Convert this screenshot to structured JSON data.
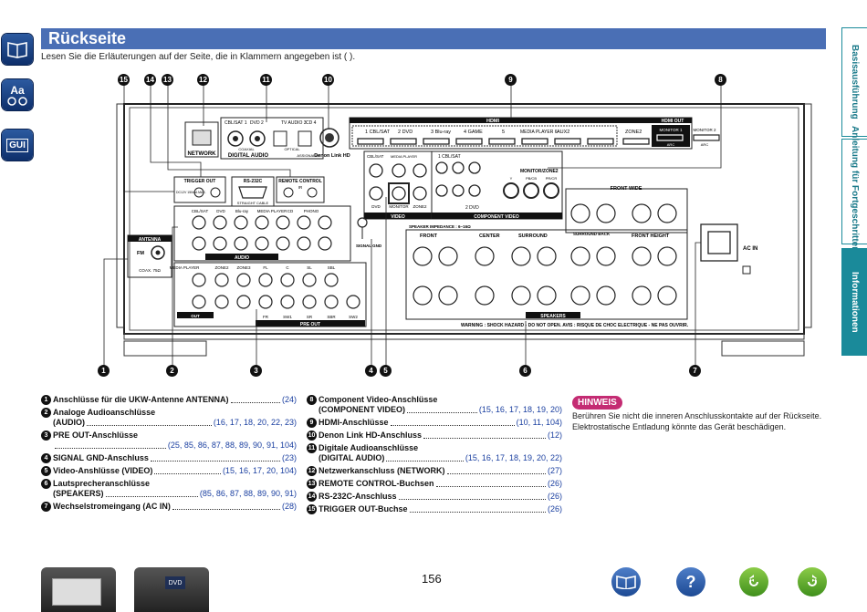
{
  "title": "Rückseite",
  "subtitle": "Lesen Sie die Erläuterungen auf der Seite, die in Klammern angegeben ist ( ).",
  "left_icons": [
    "book-icon",
    "font-size-icon",
    "gui-icon"
  ],
  "left_icon_labels": {
    "aa": "Aa",
    "gui": "GUI"
  },
  "right_tabs": [
    "Basisausführung",
    "Anleitung für Fortgeschrittene",
    "Informationen"
  ],
  "diagram": {
    "network": "NETWORK",
    "digital_audio": "DIGITAL AUDIO",
    "digital_audio_in": "IN",
    "assignable": "ASSIGNABLE",
    "denon_link": "Denon Link HD",
    "coax_labels": [
      "CBL/SAT 1",
      "DVD 2"
    ],
    "coaxial": "COAXIAL",
    "optical_labels": [
      "TV AUDIO 3",
      "CD 4"
    ],
    "optical": "OPTICAL",
    "hdmi": "HDMI",
    "hdmi_in": "IN",
    "hdmi_out": "HDMI OUT",
    "hdmi_inputs": [
      "1 CBL/SAT",
      "2 DVD",
      "3 Blu-ray",
      "4 GAME",
      "5",
      "MEDIA PLAYER 6",
      "AUX2"
    ],
    "zone2": "ZONE2",
    "monitor1": "MONITOR 1",
    "monitor2": "MONITOR 2",
    "arc": "ARC",
    "trigger_out": "TRIGGER OUT",
    "trigger_spec": "DC12V 150mA MAX.",
    "rs232c": "RS-232C",
    "straight_cable": "STRAIGHT CABLE",
    "remote_control": "REMOTE CONTROL",
    "ir": "IR",
    "video_inputs": [
      "CBL/SAT",
      "MEDIA PLAYER",
      "MEDIA PLAYER"
    ],
    "video_labels": [
      "DVD",
      "MONITOR",
      "ZONE2"
    ],
    "video": "VIDEO",
    "component_video": "COMPONENT VIDEO",
    "comp_in1": "1 CBL/SAT",
    "comp_in2": "2 DVD",
    "monitor_zone2": "MONITOR/ZONE2",
    "comp_ch": [
      "Y",
      "PB/CB",
      "PR/CR"
    ],
    "antenna": "ANTENNA",
    "fm": "FM",
    "coax75": "COAX. 75Ω",
    "audio_inputs": [
      "CBL/SAT",
      "DVD",
      "Blu-ray",
      "MEDIA PLAYER",
      "CD",
      "PHONO"
    ],
    "audio": "AUDIO",
    "audio_in": "IN",
    "audio_out": "OUT",
    "preout_left": [
      "MEDIA PLAYER",
      "ZONE2",
      "ZONE3"
    ],
    "preout_top": [
      "FL",
      "C",
      "SL",
      "SBL"
    ],
    "preout_bottom": [
      "FR",
      "SW1",
      "SR",
      "SBR",
      "SW2"
    ],
    "pre_out": "PRE OUT",
    "signal_gnd": "SIGNAL GND",
    "speaker_impedance": "SPEAKER IMPEDANCE : 6~16Ω",
    "front": "FRONT",
    "center": "CENTER",
    "surround": "SURROUND",
    "surround_back": "SURROUND BACK",
    "front_height": "FRONT HEIGHT",
    "front_wide": "FRONT WIDE",
    "speakers": "SPEAKERS",
    "ac_in": "AC IN",
    "warning": "WARNING : SHOCK HAZARD - DO NOT OPEN.  AVIS : RISQUE DE CHOC ELECTRIQUE - NE PAS OUVRIR.",
    "callouts_top": [
      "15",
      "14",
      "13",
      "12",
      "11",
      "10",
      "9",
      "8"
    ],
    "callouts_bottom": [
      "1",
      "2",
      "3",
      "4",
      "5",
      "6",
      "7"
    ]
  },
  "legend_left": [
    {
      "num": "1",
      "label": "Anschlüsse für die UKW-Antenne ANTENNA)",
      "pages": "(24)"
    },
    {
      "num": "2",
      "label": "Analoge Audioanschlüsse",
      "label2": "(AUDIO)",
      "pages": "(16, 17, 18, 20, 22, 23)"
    },
    {
      "num": "3",
      "label": "PRE OUT-Anschlüsse",
      "label2": "",
      "pages": "(25, 85, 86, 87, 88, 89, 90, 91, 104)"
    },
    {
      "num": "4",
      "label": "SIGNAL GND-Anschluss",
      "pages": "(23)"
    },
    {
      "num": "5",
      "label": "Video-Anshlüsse (VIDEO)",
      "pages": "(15, 16, 17, 20, 104)"
    },
    {
      "num": "6",
      "label": "Lautsprecheranschlüsse",
      "label2": "(SPEAKERS)",
      "pages": "(85, 86, 87, 88, 89, 90, 91)"
    },
    {
      "num": "7",
      "label": "Wechselstromeingang (AC IN)",
      "pages": "(28)"
    }
  ],
  "legend_right": [
    {
      "num": "8",
      "label": "Component Video-Anschlüsse",
      "label2": "(COMPONENT VIDEO)",
      "pages": "(15, 16, 17, 18, 19, 20)"
    },
    {
      "num": "9",
      "label": "HDMI-Anschlüsse",
      "pages": "(10, 11, 104)"
    },
    {
      "num": "10",
      "label": "Denon Link HD-Anschluss",
      "pages": "(12)"
    },
    {
      "num": "11",
      "label": "Digitale Audioanschlüsse",
      "label2": "(DIGITAL AUDIO)",
      "pages": "(15, 16, 17, 18, 19, 20, 22)"
    },
    {
      "num": "12",
      "label": "Netzwerkanschluss (NETWORK)",
      "pages": "(27)"
    },
    {
      "num": "13",
      "label": "REMOTE CONTROL-Buchsen",
      "pages": "(26)"
    },
    {
      "num": "14",
      "label": "RS-232C-Anschluss",
      "pages": "(26)"
    },
    {
      "num": "15",
      "label": "TRIGGER OUT-Buchse",
      "pages": "(26)"
    }
  ],
  "hinweis": {
    "title": "HINWEIS",
    "text": "Berühren Sie nicht die inneren Anschlusskontakte auf der Rückseite. Elektrostatische Entladung könnte das Gerät beschädigen."
  },
  "page_number": "156",
  "bottom_icons": [
    "book-icon",
    "help-icon",
    "back-icon",
    "forward-icon"
  ],
  "bottom_icon_labels": {
    "help": "?",
    "dvd": "DVD"
  },
  "thumbnails": [
    "receiver-front-thumbnail",
    "remote-thumbnail"
  ]
}
